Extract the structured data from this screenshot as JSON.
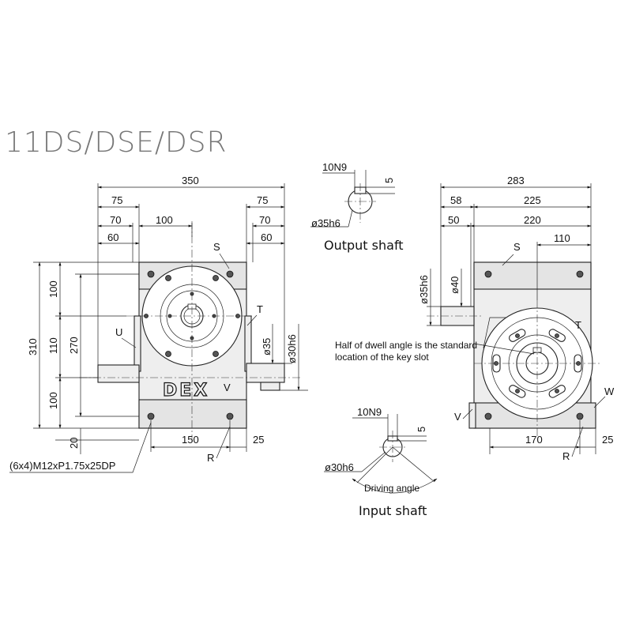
{
  "title": "11DS/DSE/DSR",
  "brand": "DEX",
  "front_view": {
    "dims_top": [
      "350",
      "75",
      "75",
      "70",
      "100",
      "70",
      "60",
      "60"
    ],
    "dims_left": [
      "310",
      "270",
      "100",
      "110",
      "100",
      "20"
    ],
    "dims_right": [
      "ø35",
      "ø30h6"
    ],
    "dims_bottom": [
      "150",
      "25"
    ],
    "labels": [
      "S",
      "T",
      "U",
      "V",
      "R"
    ],
    "tap_note": "(6x4)M12xP1.75x25DP"
  },
  "output_shaft": {
    "caption": "Output shaft",
    "key": "10N9",
    "depth": "5",
    "diameter": "ø35h6"
  },
  "input_shaft": {
    "caption": "Input shaft",
    "key": "10N9",
    "depth": "5",
    "diameter": "ø30h6",
    "angle_label": "Driving angle"
  },
  "side_view": {
    "dims_top": [
      "283",
      "58",
      "225",
      "50",
      "220",
      "110"
    ],
    "dims_left": [
      "ø35h6",
      "ø40"
    ],
    "dims_bottom": [
      "170",
      "25"
    ],
    "labels": [
      "S",
      "T",
      "V",
      "R",
      "W"
    ],
    "note_line1": "Half of dwell angle is the standard",
    "note_line2": "location of the key slot"
  }
}
